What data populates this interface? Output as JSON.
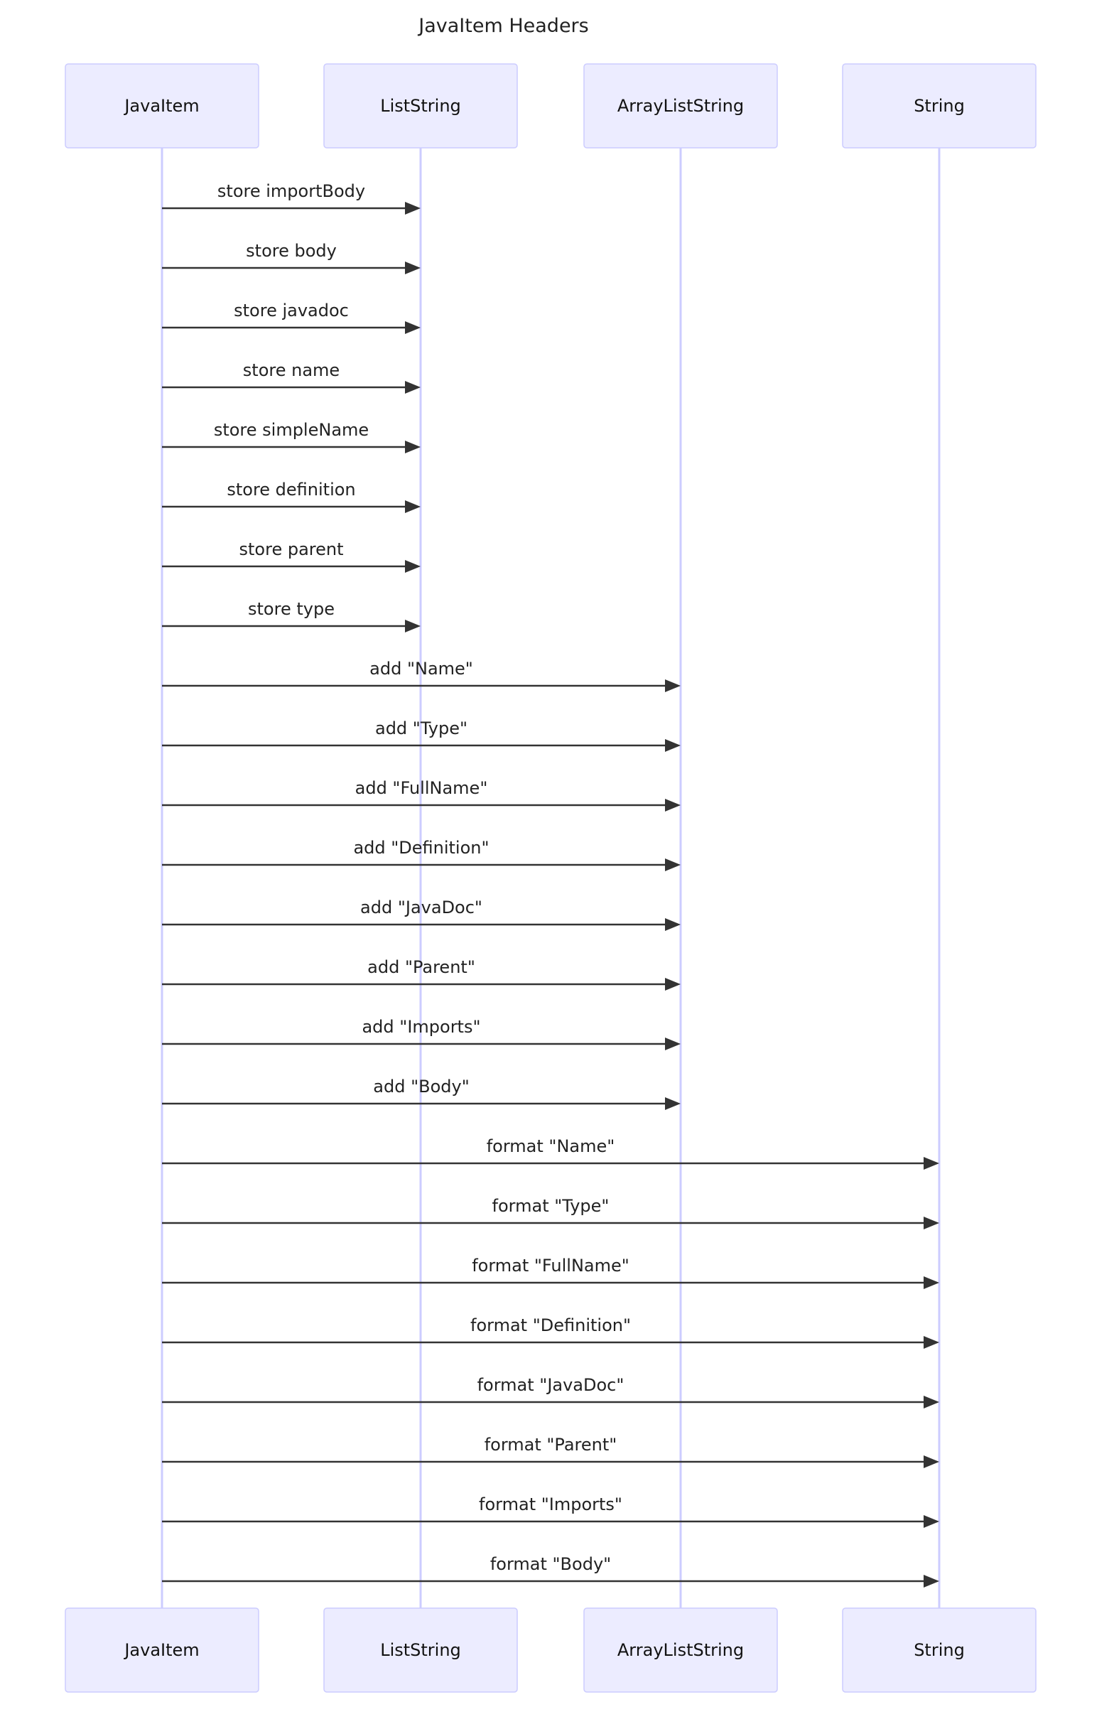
{
  "diagram": {
    "title": "JavaItem Headers",
    "participants": [
      {
        "id": "JavaItem",
        "label": "JavaItem"
      },
      {
        "id": "ListString",
        "label": "ListString"
      },
      {
        "id": "ArrayListString",
        "label": "ArrayListString"
      },
      {
        "id": "String",
        "label": "String"
      }
    ],
    "messages": [
      {
        "from": "JavaItem",
        "to": "ListString",
        "label": "store importBody"
      },
      {
        "from": "JavaItem",
        "to": "ListString",
        "label": "store body"
      },
      {
        "from": "JavaItem",
        "to": "ListString",
        "label": "store javadoc"
      },
      {
        "from": "JavaItem",
        "to": "ListString",
        "label": "store name"
      },
      {
        "from": "JavaItem",
        "to": "ListString",
        "label": "store simpleName"
      },
      {
        "from": "JavaItem",
        "to": "ListString",
        "label": "store definition"
      },
      {
        "from": "JavaItem",
        "to": "ListString",
        "label": "store parent"
      },
      {
        "from": "JavaItem",
        "to": "ListString",
        "label": "store type"
      },
      {
        "from": "JavaItem",
        "to": "ArrayListString",
        "label": "add \"Name\""
      },
      {
        "from": "JavaItem",
        "to": "ArrayListString",
        "label": "add \"Type\""
      },
      {
        "from": "JavaItem",
        "to": "ArrayListString",
        "label": "add \"FullName\""
      },
      {
        "from": "JavaItem",
        "to": "ArrayListString",
        "label": "add \"Definition\""
      },
      {
        "from": "JavaItem",
        "to": "ArrayListString",
        "label": "add \"JavaDoc\""
      },
      {
        "from": "JavaItem",
        "to": "ArrayListString",
        "label": "add \"Parent\""
      },
      {
        "from": "JavaItem",
        "to": "ArrayListString",
        "label": "add \"Imports\""
      },
      {
        "from": "JavaItem",
        "to": "ArrayListString",
        "label": "add \"Body\""
      },
      {
        "from": "JavaItem",
        "to": "String",
        "label": "format \"Name\""
      },
      {
        "from": "JavaItem",
        "to": "String",
        "label": "format \"Type\""
      },
      {
        "from": "JavaItem",
        "to": "String",
        "label": "format \"FullName\""
      },
      {
        "from": "JavaItem",
        "to": "String",
        "label": "format \"Definition\""
      },
      {
        "from": "JavaItem",
        "to": "String",
        "label": "format \"JavaDoc\""
      },
      {
        "from": "JavaItem",
        "to": "String",
        "label": "format \"Parent\""
      },
      {
        "from": "JavaItem",
        "to": "String",
        "label": "format \"Imports\""
      },
      {
        "from": "JavaItem",
        "to": "String",
        "label": "format \"Body\""
      }
    ],
    "colors": {
      "actor_fill": "#ECECFF",
      "actor_border": "#CCCCFF",
      "lifeline": "#CCCCFF",
      "message_line": "#333333",
      "text": "#222222"
    }
  }
}
